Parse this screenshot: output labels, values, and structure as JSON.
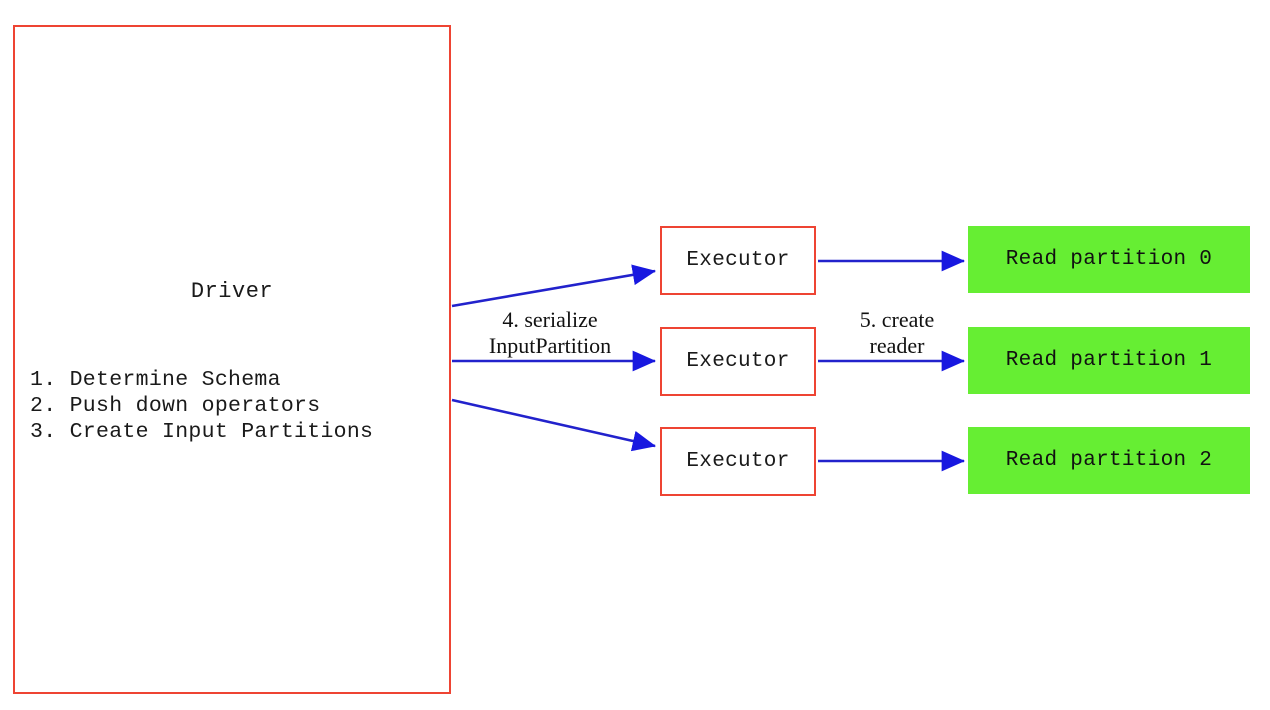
{
  "diagram": {
    "title_hidden": "",
    "driver": {
      "label": "Driver",
      "steps": "1. Determine Schema\n2. Push down operators\n3. Create Input Partitions",
      "step_list": [
        "1. Determine Schema",
        "2. Push down operators",
        "3. Create Input Partitions"
      ],
      "border_color": "#ee4433",
      "fill_color": "#ffffff"
    },
    "executors": [
      {
        "label": "Executor"
      },
      {
        "label": "Executor"
      },
      {
        "label": "Executor"
      }
    ],
    "partitions": [
      {
        "label": "Read partition 0"
      },
      {
        "label": "Read partition 1"
      },
      {
        "label": "Read partition 2"
      }
    ],
    "edge_labels": {
      "serialize": "4. serialize\nInputPartition",
      "create_reader": "5. create\nreader"
    },
    "colors": {
      "box_border_red": "#ee4433",
      "partition_green": "#66ee33",
      "arrow_blue": "#2222cc",
      "arrowhead_blue": "#1818e0",
      "text_black": "#111111",
      "background": "#ffffff"
    }
  }
}
